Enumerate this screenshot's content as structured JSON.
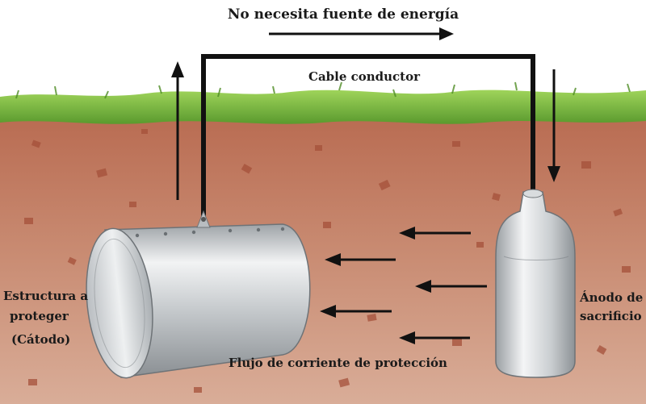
{
  "title": "No necesita fuente de energía",
  "cable_label": "Cable conductor",
  "structure_label": {
    "line1": "Estructura a",
    "line2": "proteger",
    "line3": "(Cátodo)"
  },
  "anode_label": {
    "line1": "Ánodo de",
    "line2": "sacrificio"
  },
  "flow_label": "Flujo de corriente de protección",
  "colors": {
    "soil": "#b5634a",
    "grass": "#7bc043",
    "metal": "#cfd3d6",
    "cable": "#111111"
  },
  "icons": [
    "arrow-right-icon",
    "arrow-up-icon",
    "arrow-down-icon",
    "arrow-left-icon"
  ]
}
